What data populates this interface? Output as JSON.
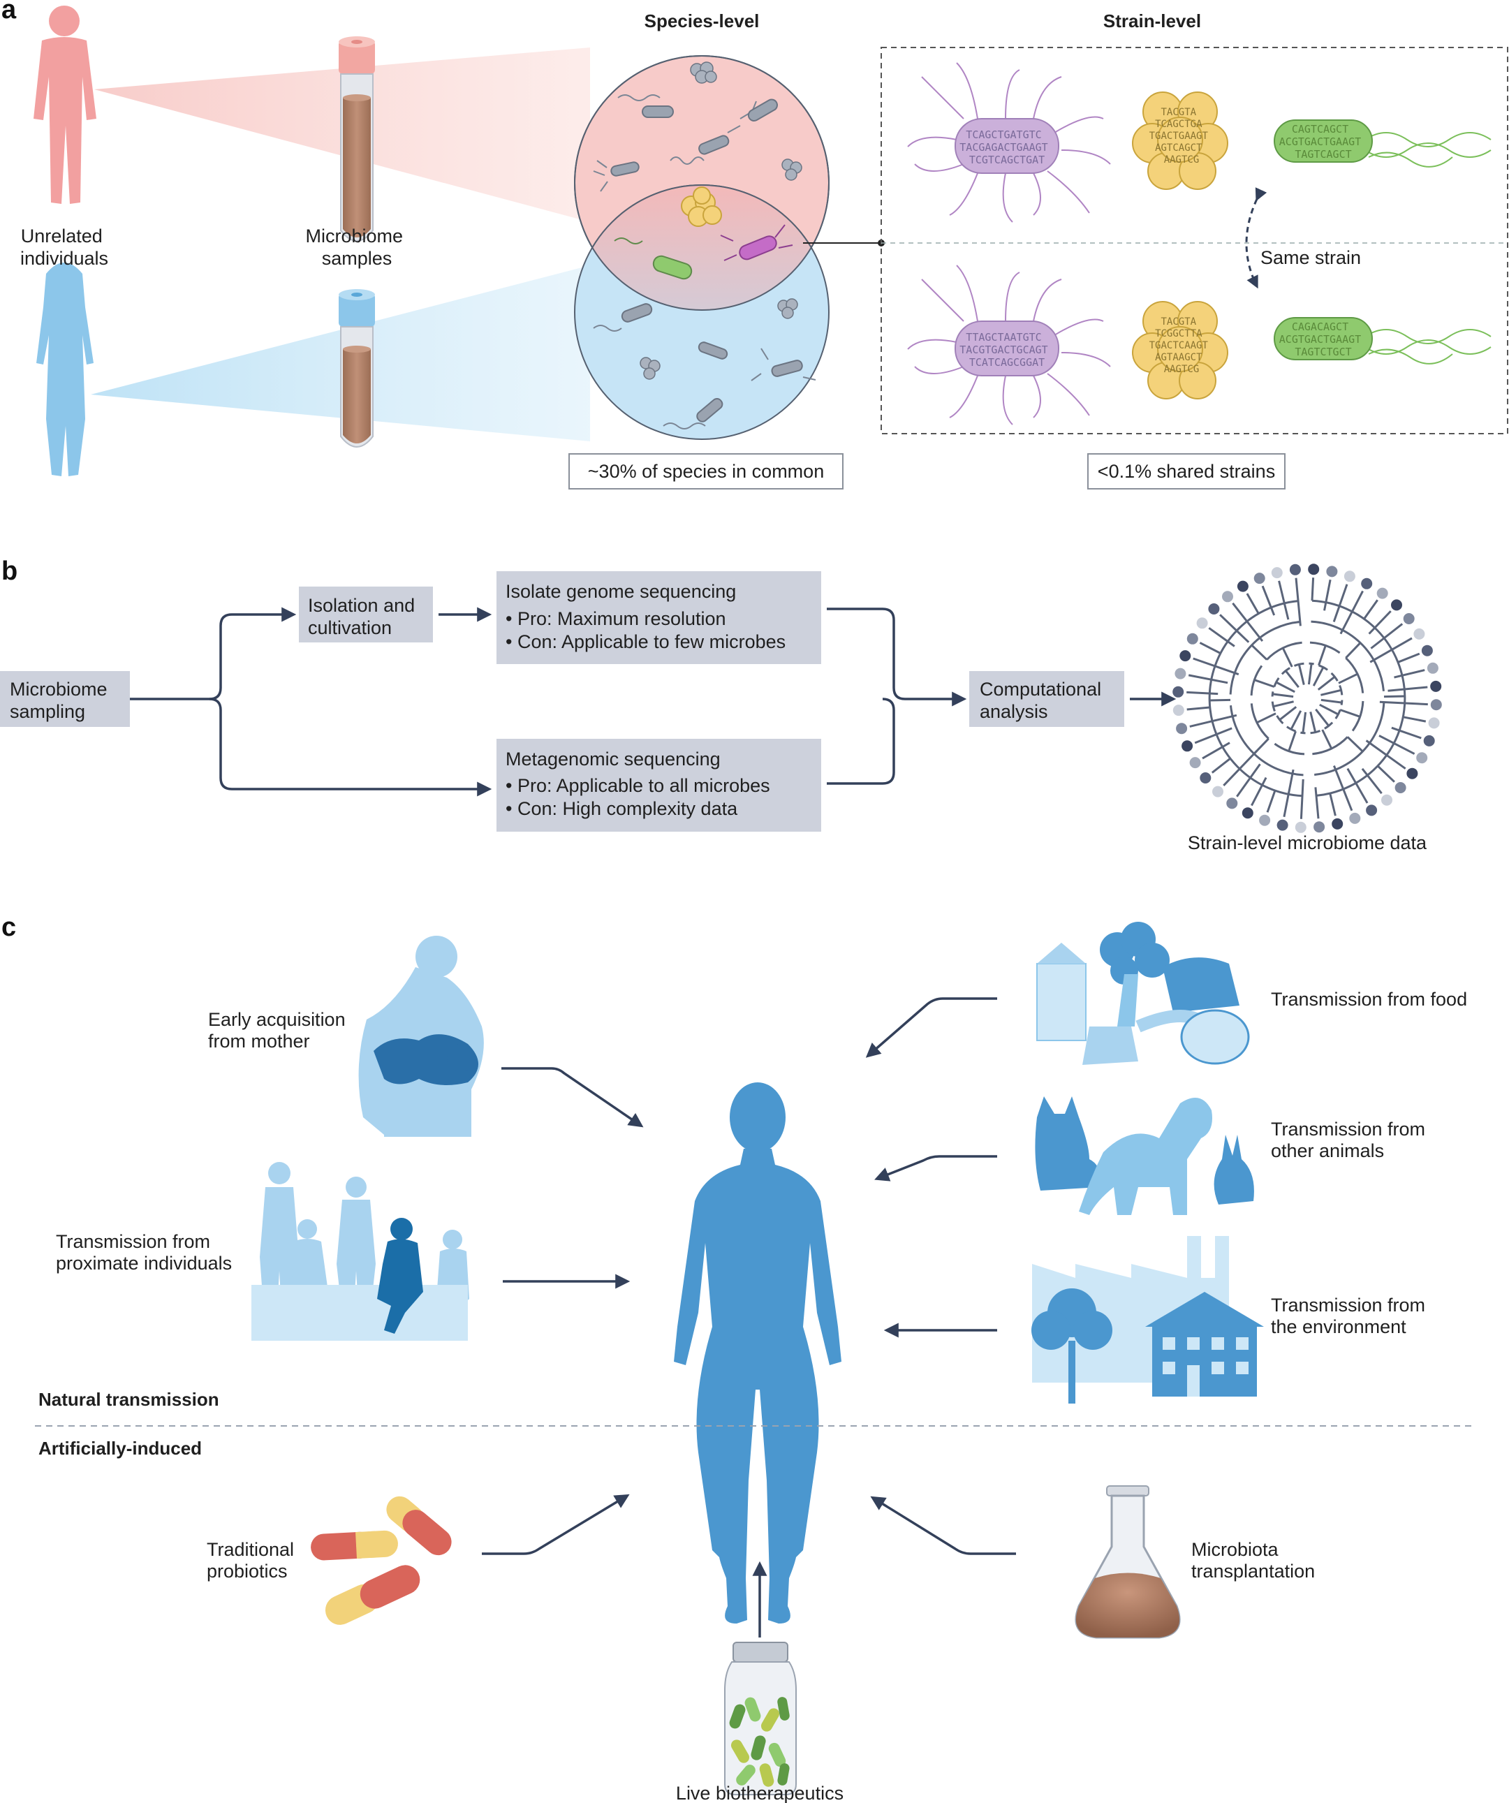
{
  "panels": {
    "a": "a",
    "b": "b",
    "c": "c"
  },
  "panel_a": {
    "people_label": [
      "Unrelated",
      "individuals"
    ],
    "samples_label": [
      "Microbiome",
      "samples"
    ],
    "species_header": "Species-level",
    "strain_header": "Strain-level",
    "same_strain": "Same strain",
    "species_common": "~30% of species in common",
    "shared_strains": "<0.1% shared strains",
    "seq_purple_top": [
      "TCAGCTGATGTC",
      "TACGAGACTGAAGT",
      "TCGTCAGCTGAT"
    ],
    "seq_yellow_top": [
      "TACGTA",
      "TCAGCTGA",
      "TGACTGAAGT",
      "AGTCAGCT",
      "AAGTCG"
    ],
    "seq_green_top": [
      "CAGTCAGCT",
      "ACGTGACTGAAGT",
      "TAGTCAGCT"
    ],
    "seq_purple_bot": [
      "TTAGCTAATGTC",
      "TACGTGACTGCAGT",
      "TCATCAGCGGAT"
    ],
    "seq_yellow_bot": [
      "TACGTA",
      "TCGGCTTA",
      "TGACTCAAGT",
      "AGTAAGCT",
      "AAGTCG"
    ],
    "seq_green_bot": [
      "CAGACAGCT",
      "ACGTGACTGAAGT",
      "TAGTCTGCT"
    ],
    "colors": {
      "pink": "#f2a0a0",
      "blue": "#8cc6ea",
      "purple_cell": "#c9a6d6",
      "yellow_cell": "#f2d27a",
      "green_cell": "#8fca6e"
    }
  },
  "panel_b": {
    "sampling": [
      "Microbiome",
      "sampling"
    ],
    "isolation": [
      "Isolation and",
      "cultivation"
    ],
    "isolate_title": "Isolate genome sequencing",
    "isolate_pro": "• Pro: Maximum resolution",
    "isolate_con": "• Con: Applicable to few microbes",
    "meta_title": "Metagenomic sequencing",
    "meta_pro": "• Pro: Applicable to all microbes",
    "meta_con": "• Con: High complexity data",
    "computational": [
      "Computational",
      "analysis"
    ],
    "tree_caption": "Strain-level microbiome data"
  },
  "panel_c": {
    "mother": [
      "Early acquisition",
      "from mother"
    ],
    "proximate": [
      "Transmission from",
      "proximate individuals"
    ],
    "food": "Transmission from food",
    "animals": [
      "Transmission from",
      "other animals"
    ],
    "environment": [
      "Transmission from",
      "the environment"
    ],
    "natural": "Natural transmission",
    "artificial": "Artificially-induced",
    "probiotics": [
      "Traditional",
      "probiotics"
    ],
    "transplant": [
      "Microbiota",
      "transplantation"
    ],
    "live": "Live biotherapeutics",
    "colors": {
      "body": "#4b97cf",
      "light": "#a9d3ef",
      "arrow": "#33405a"
    }
  }
}
